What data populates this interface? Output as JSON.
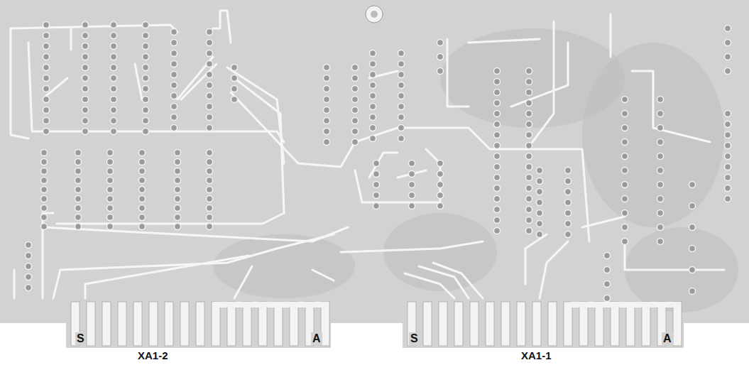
{
  "diagram": {
    "labels": [
      "S",
      "A",
      "XA1-2",
      "S",
      "A",
      "XA1-1"
    ]
  }
}
